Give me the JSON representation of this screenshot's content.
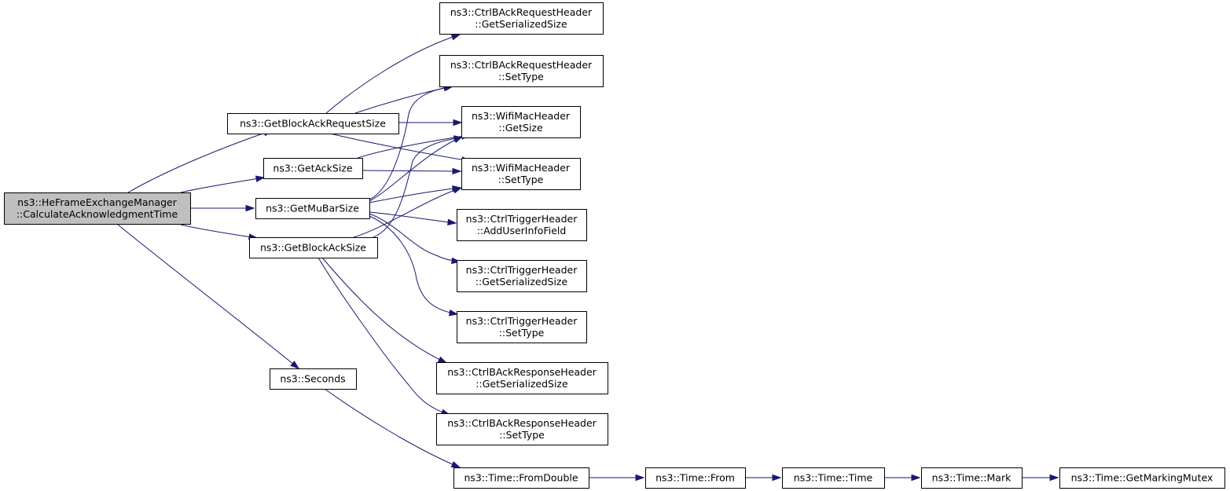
{
  "nodes": {
    "root": [
      "ns3::HeFrameExchangeManager",
      "::CalculateAcknowledgmentTime"
    ],
    "getBlockAckRequestSize": [
      "ns3::GetBlockAckRequestSize"
    ],
    "getAckSize": [
      "ns3::GetAckSize"
    ],
    "getMuBarSize": [
      "ns3::GetMuBarSize"
    ],
    "getBlockAckSize": [
      "ns3::GetBlockAckSize"
    ],
    "seconds": [
      "ns3::Seconds"
    ],
    "barGetSerializedSize": [
      "ns3::CtrlBAckRequestHeader",
      "::GetSerializedSize"
    ],
    "barSetType": [
      "ns3::CtrlBAckRequestHeader",
      "::SetType"
    ],
    "wifiGetSize": [
      "ns3::WifiMacHeader",
      "::GetSize"
    ],
    "wifiSetType": [
      "ns3::WifiMacHeader",
      "::SetType"
    ],
    "trigAddUserInfoField": [
      "ns3::CtrlTriggerHeader",
      "::AddUserInfoField"
    ],
    "trigGetSerializedSize": [
      "ns3::CtrlTriggerHeader",
      "::GetSerializedSize"
    ],
    "trigSetType": [
      "ns3::CtrlTriggerHeader",
      "::SetType"
    ],
    "baGetSerializedSize": [
      "ns3::CtrlBAckResponseHeader",
      "::GetSerializedSize"
    ],
    "baSetType": [
      "ns3::CtrlBAckResponseHeader",
      "::SetType"
    ],
    "fromDouble": [
      "ns3::Time::FromDouble"
    ],
    "from": [
      "ns3::Time::From"
    ],
    "time": [
      "ns3::Time::Time"
    ],
    "mark": [
      "ns3::Time::Mark"
    ],
    "getMarkingMutex": [
      "ns3::Time::GetMarkingMutex"
    ]
  },
  "edges": [
    [
      "root",
      "getBlockAckRequestSize"
    ],
    [
      "root",
      "getAckSize"
    ],
    [
      "root",
      "getMuBarSize"
    ],
    [
      "root",
      "getBlockAckSize"
    ],
    [
      "root",
      "seconds"
    ],
    [
      "getBlockAckRequestSize",
      "barGetSerializedSize"
    ],
    [
      "getBlockAckRequestSize",
      "barSetType"
    ],
    [
      "getBlockAckRequestSize",
      "wifiGetSize"
    ],
    [
      "getBlockAckRequestSize",
      "wifiSetType"
    ],
    [
      "getAckSize",
      "wifiGetSize"
    ],
    [
      "getAckSize",
      "wifiSetType"
    ],
    [
      "getMuBarSize",
      "barSetType"
    ],
    [
      "getMuBarSize",
      "wifiGetSize"
    ],
    [
      "getMuBarSize",
      "wifiSetType"
    ],
    [
      "getMuBarSize",
      "trigAddUserInfoField"
    ],
    [
      "getMuBarSize",
      "trigGetSerializedSize"
    ],
    [
      "getMuBarSize",
      "trigSetType"
    ],
    [
      "getBlockAckSize",
      "wifiGetSize"
    ],
    [
      "getBlockAckSize",
      "wifiSetType"
    ],
    [
      "getBlockAckSize",
      "baGetSerializedSize"
    ],
    [
      "getBlockAckSize",
      "baSetType"
    ],
    [
      "seconds",
      "fromDouble"
    ],
    [
      "fromDouble",
      "from"
    ],
    [
      "from",
      "time"
    ],
    [
      "time",
      "mark"
    ],
    [
      "mark",
      "getMarkingMutex"
    ]
  ],
  "colors": {
    "edge": "#191970",
    "root_fill": "#bfbfbf",
    "node_fill": "#ffffff",
    "border": "#000000"
  }
}
